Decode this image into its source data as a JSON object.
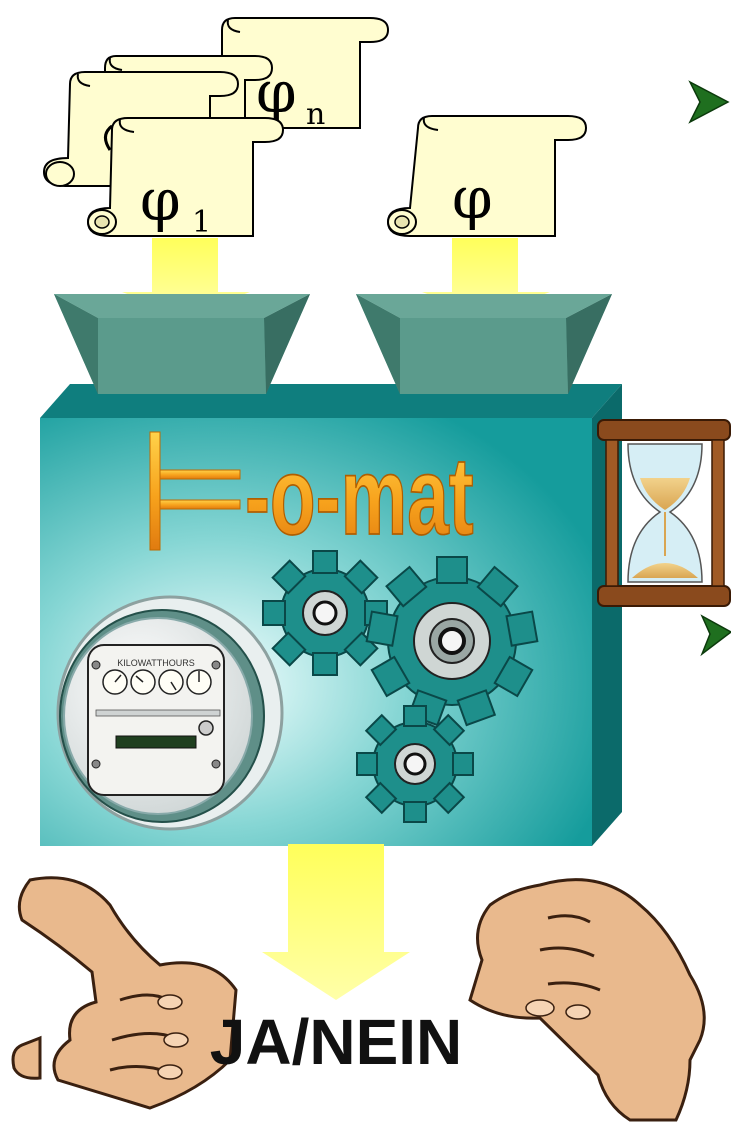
{
  "machine": {
    "name_suffix": "-o-mat",
    "symbol_name": "turnstile-symbol"
  },
  "inputs": {
    "premise_first": "φ",
    "premise_first_sub": "1",
    "premise_last": "φ",
    "premise_last_sub": "n",
    "conclusion": "φ"
  },
  "meter": {
    "label": "KILOWATTHOURS"
  },
  "output": {
    "label": "JA/NEIN"
  },
  "icons": [
    "scroll-icon",
    "funnel-icon",
    "gear-icon",
    "electric-meter-icon",
    "hourglass-icon",
    "thumbs-up-icon",
    "thumbs-down-icon",
    "bullet-arrow-icon"
  ],
  "colors": {
    "scroll_fill": "#fffdd0",
    "arrow_fill": "#ffff80",
    "funnel_fill": "#4f8f80",
    "box_front": "#1aa5a5",
    "box_glow": "#e0ffff",
    "gear_fill": "#1e8f8b",
    "title_gold": "#f5a623",
    "bullet_green": "#1f6f1f",
    "hand_fill": "#e9b98d"
  }
}
